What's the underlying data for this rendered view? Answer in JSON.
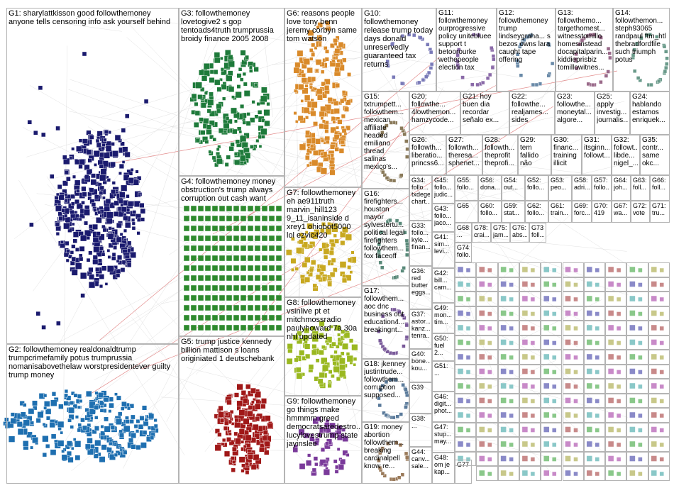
{
  "title": "",
  "groups": {
    "G1": "G1: sharylattkisson good followthemoney anyone tells censoring info ask yourself behind",
    "G2": "G2: followthemoney realdonaldtrump trumpcrimefamily potus trumprussia nomanisabovethelaw worstpresidentever guilty trump money",
    "G3": "G3: followthemoney lovetogive2 s gop tentoads4truth trumprussia broidy finance 2005 2008",
    "G4": "G4: followthemoney money obstruction's trump always corruption out cash want",
    "G5": "G5: trump justice kennedy billion mattison s loans originiated 1 deutschebank",
    "G6": "G6: reasons people love tony benn jeremy corbyn same tom watson",
    "G7": "G7: followthemoney eh ae911truth marvin_hill123 9_11_isaninside d xrey1 ohiobot5000 lol ezvic420",
    "G8": "G8: followthemoney vsinlive pt et mitchmossradio paulyhoward 7a 30a nhl updated",
    "G9": "G9: followthemoney go things make hmmmm greed democratsaredestro... lucylovestrump state jayinslee",
    "G10": "G10: followthemoney release trump today days donald unreservedly guaranteed tax returns",
    "G11": "G11: followthemoney ourprogressive policy unitebluee support t betoorourke wethepeople election tax",
    "G12": "G12: followthemoney trump lindseygraha... s bezos owns lara caught tape offering",
    "G13": "G13: followthemo... targethomest... witnesstomillo homesinstead docapitalparin... kiddieprisbiz tomillowitnes...",
    "G14": "G14: followthemon... steph93065 randpaul ftm_htl thebradfordfile such triumph potus",
    "G15": "G15: txtrumpett... followthem... mexican affiliate headed emiliano thread salinas mexico's...",
    "G16": "G16: firefighters... houston mayor sylvestertu... political legal firefighters followthem... fox faceoff",
    "G17": "G17: followthem... aoc dnc business out education4... breakingnt...",
    "G18": "G18: jkenney justintrude... followthem... corruption supposed...",
    "G19": "G19: money abortion followthem... breaking cardinalpell know re...",
    "G20": "G20: followthe... 4lowthemon... hamzycode...",
    "G21": "G21: hoy buen dia recordar señalo ex...",
    "G22": "G22: followthe... realjames... sides",
    "G23": "G23: followthe... moneytal... algore...",
    "G24": "G24: hablando estamos enriquek...",
    "G25": "G25: apply investig... journalis...",
    "G26": "G26: followth... liberatio... princss6...",
    "G27": "G27: followth... theresa... sphenet...",
    "G28": "G28: followth... theprofit theprofi...",
    "G29": "G29: tem fallido não",
    "G30": "G30: financ... training illicit",
    "G31": "G31: itsginn... followt...",
    "G32": "G32: followt... libde... nigel_...",
    "G33": "G33: follo... kyle... finan...",
    "G34": "G34: follo... txdege chart...",
    "G35": "G35: contr... same okc...",
    "G36": "G36: red butter eggs...",
    "G37": "G37: astor... kanz... tenra...",
    "G38": "G38: ...",
    "G39": "G39",
    "G40": "G40: bone... kou...",
    "G41": "G41: sim... levi...",
    "G42": "G42: bill... cam...",
    "G43": "G43: follo... jaco...",
    "G44": "G44: canv... sale...",
    "G45": "G45: follo... judic...",
    "G46": "G46: digit... phot...",
    "G47": "G47: stup... may...",
    "G48": "G48: om je kap...",
    "G49": "G49: mon... tim...",
    "G50": "G50: fuel 2...",
    "G51": "G51: ...",
    "G52": "G52: follo...",
    "G53": "G53: peo...",
    "G54": "G54: out...",
    "G55": "G55: follo...",
    "G56": "G56: dona...",
    "G57": "G57: follo...",
    "G58": "G58: adri...",
    "G59": "G59: stat...",
    "G60": "G60: follo...",
    "G61": "G61: train...",
    "G62": "G62: follo...",
    "G63": "G63: foll...",
    "G64": "G64: joh...",
    "G65": "G65",
    "G66": "G66: foll...",
    "G67": "G67: wa...",
    "G68": "G68: ...",
    "G69": "G69: forc...",
    "G70": "G70: 419",
    "G71": "G71: tru...",
    "G72": "G72: vote",
    "G73": "G73: foll...",
    "G74": "G74: follo...",
    "G75": "G75: jam...",
    "G76": "G76: abs...",
    "G77": "G77",
    "G78": "G78: crai..."
  },
  "colors": {
    "border": "#b4b4b4",
    "edge": "#c8c8c8",
    "edge_red": "#d04040",
    "g1": "#1a1a6e",
    "g2": "#1e6fb0",
    "g3": "#1e7a3a",
    "g4": "#2e8a2e",
    "g5": "#a01818",
    "g6": "#d98a2a",
    "g7": "#c8a820",
    "g8": "#9ab820",
    "g9": "#7a3a9a",
    "misc": "#6a7a9a"
  }
}
